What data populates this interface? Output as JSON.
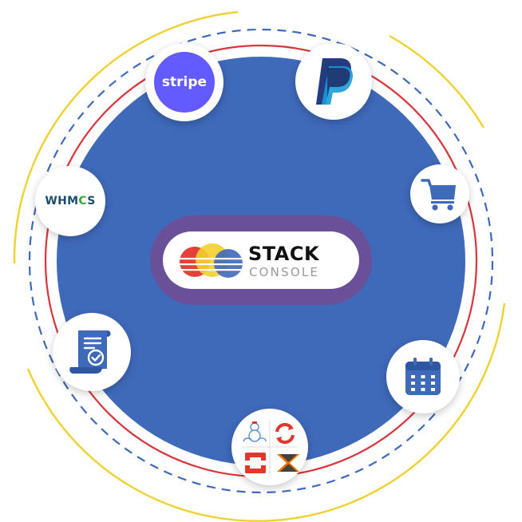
{
  "center_logo": {
    "title": "STACK",
    "subtitle": "CONSOLE"
  },
  "integrations": {
    "stripe": {
      "label": "stripe"
    },
    "paypal": {
      "icon": "paypal-icon"
    },
    "cart": {
      "icon": "shopping-cart-icon"
    },
    "calendar": {
      "icon": "calendar-icon"
    },
    "clouds": {
      "icons": [
        "openstack-icon",
        "openshift-icon",
        "openstack-red-icon",
        "proxmox-icon"
      ]
    },
    "invoice": {
      "icon": "document-check-icon"
    },
    "whmcs": {
      "label_prefix": "WHM",
      "label_gear": "C",
      "label_suffix": "S"
    }
  },
  "colors": {
    "main_circle": "#3f69b9",
    "ring_red": "#d9343a",
    "ring_blue_dashed": "#3f69b9",
    "ring_yellow": "#f0d132",
    "pill": "#6a5099",
    "stripe": "#635bff",
    "paypal_dark": "#253b80",
    "paypal_light": "#179bd7"
  }
}
